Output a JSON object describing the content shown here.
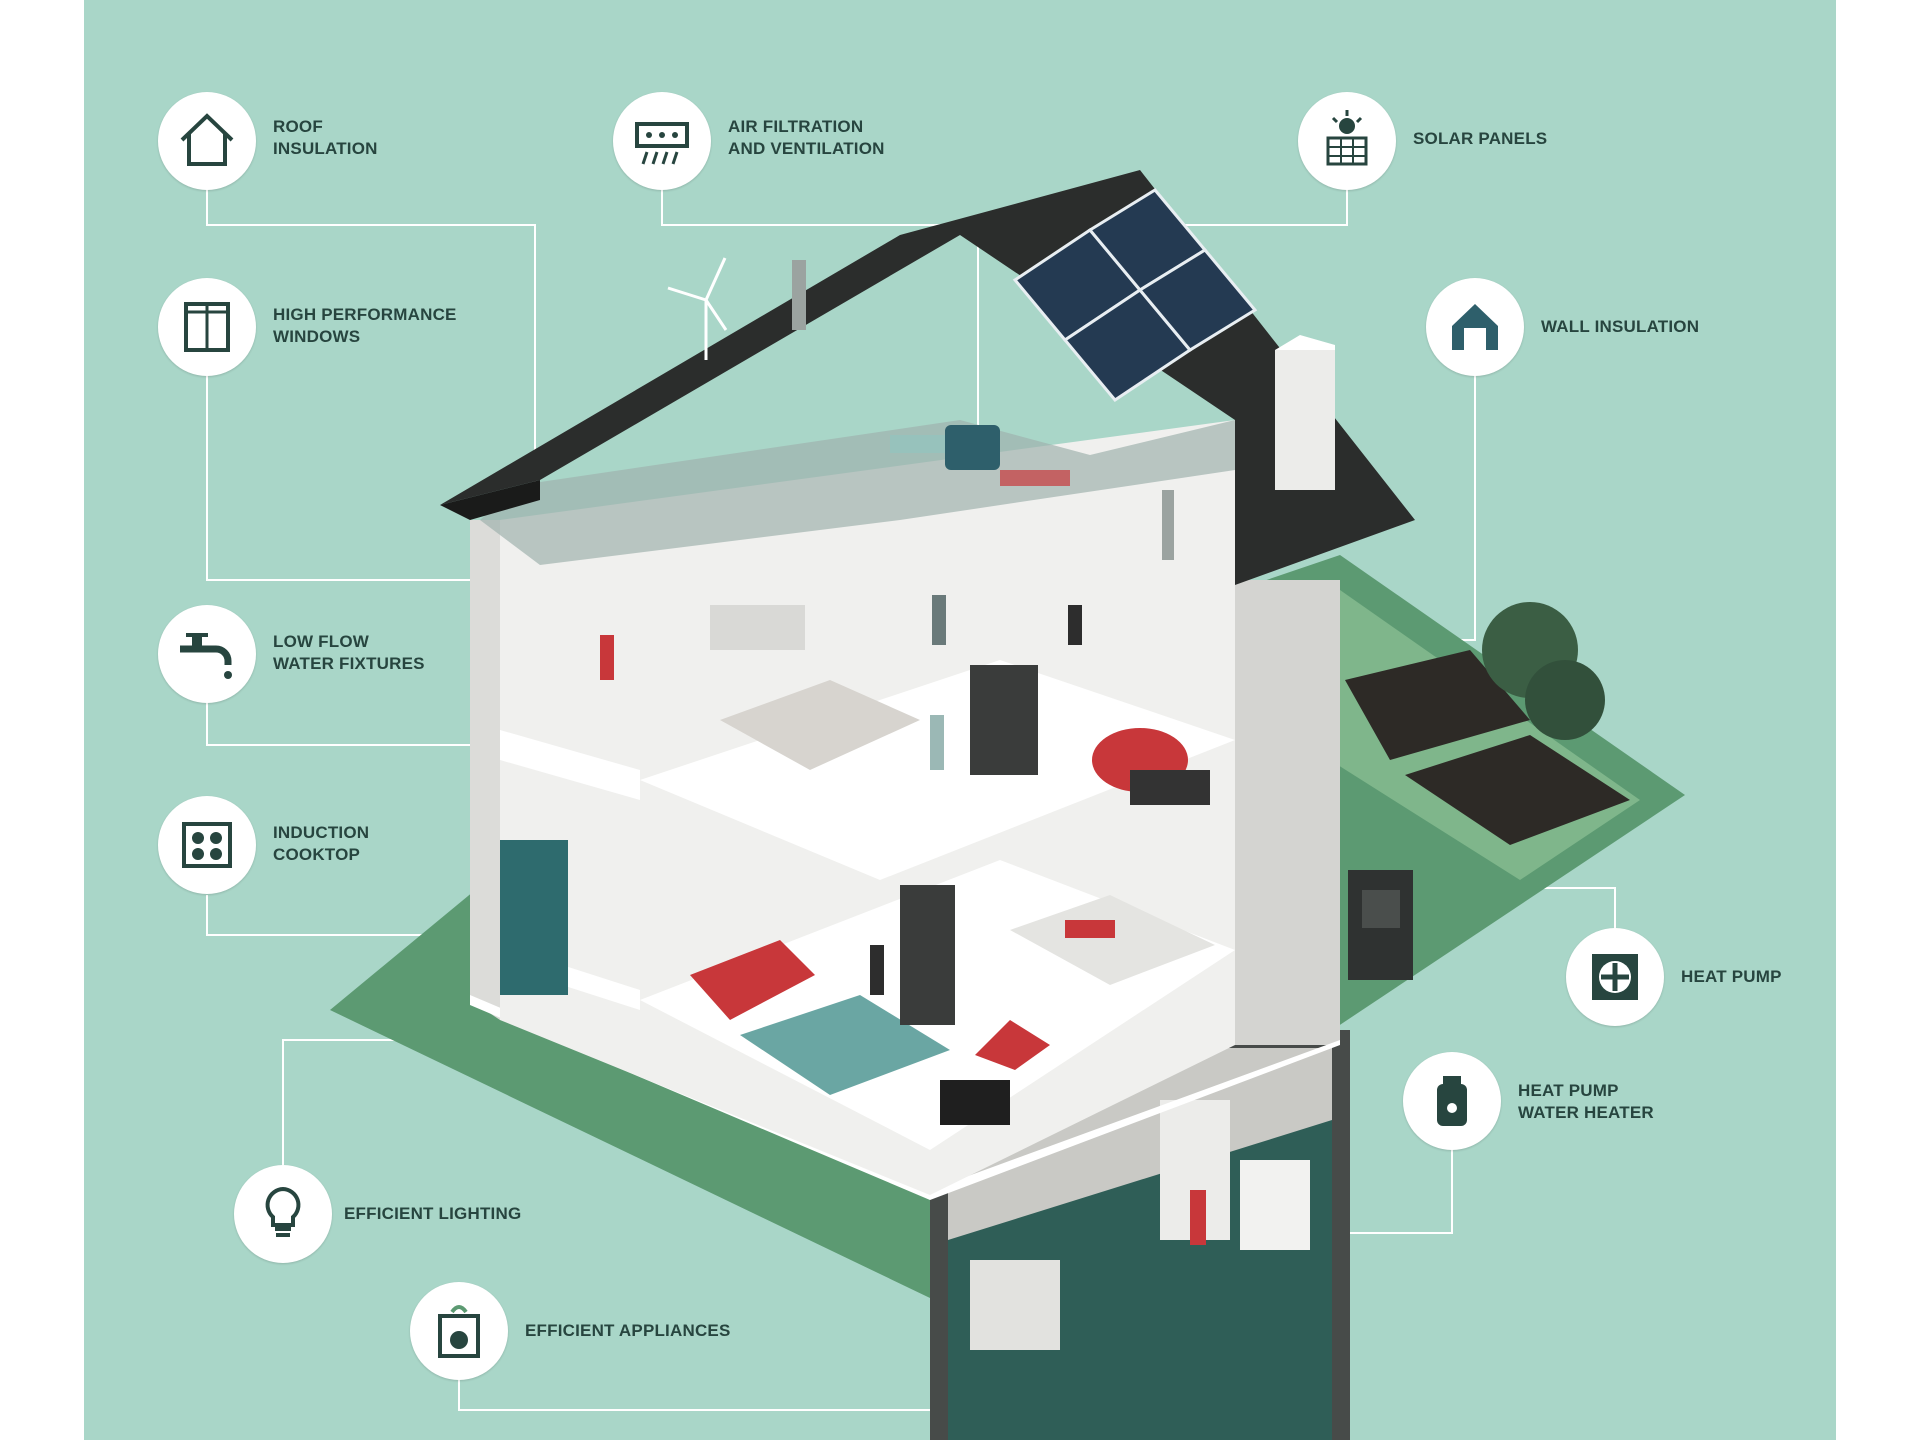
{
  "infographic": {
    "colors": {
      "background": "#a9d6c8",
      "ground": "#5c9a72",
      "roof": "#2b2d2c",
      "solar_panel": "#243a52",
      "wall": "#e8e8e6",
      "accent_red": "#c8373a",
      "callout_text": "#27453f",
      "callout_line": "#ffffff"
    },
    "callouts": [
      {
        "id": "roof-insulation",
        "icon": "house-outline-icon",
        "label": "ROOF INSULATION",
        "lines": [
          "ROOF",
          "INSULATION"
        ]
      },
      {
        "id": "air-filtration",
        "icon": "ventilation-unit-icon",
        "label": "AIR FILTRATION AND VENTILATION",
        "lines": [
          "AIR FILTRATION",
          "AND VENTILATION"
        ]
      },
      {
        "id": "solar-panels",
        "icon": "solar-panel-icon",
        "label": "SOLAR PANELS",
        "lines": [
          "SOLAR PANELS"
        ]
      },
      {
        "id": "high-performance-windows",
        "icon": "window-icon",
        "label": "HIGH PERFORMANCE WINDOWS",
        "lines": [
          "HIGH PERFORMANCE",
          "WINDOWS"
        ]
      },
      {
        "id": "wall-insulation",
        "icon": "insulated-house-icon",
        "label": "WALL INSULATION",
        "lines": [
          "WALL INSULATION"
        ]
      },
      {
        "id": "low-flow-water-fixtures",
        "icon": "faucet-icon",
        "label": "LOW FLOW WATER FIXTURES",
        "lines": [
          "LOW FLOW",
          "WATER FIXTURES"
        ]
      },
      {
        "id": "induction-cooktop",
        "icon": "cooktop-icon",
        "label": "INDUCTION COOKTOP",
        "lines": [
          "INDUCTION",
          "COOKTOP"
        ]
      },
      {
        "id": "heat-pump",
        "icon": "fan-unit-icon",
        "label": "HEAT PUMP",
        "lines": [
          "HEAT PUMP"
        ]
      },
      {
        "id": "heat-pump-water-heater",
        "icon": "water-heater-icon",
        "label": "HEAT PUMP WATER HEATER",
        "lines": [
          "HEAT PUMP",
          "WATER HEATER"
        ]
      },
      {
        "id": "efficient-lighting",
        "icon": "light-bulb-icon",
        "label": "EFFICIENT LIGHTING",
        "lines": [
          "EFFICIENT LIGHTING"
        ]
      },
      {
        "id": "efficient-appliances",
        "icon": "washing-machine-icon",
        "label": "EFFICIENT APPLIANCES",
        "lines": [
          "EFFICIENT APPLIANCES"
        ]
      }
    ]
  }
}
